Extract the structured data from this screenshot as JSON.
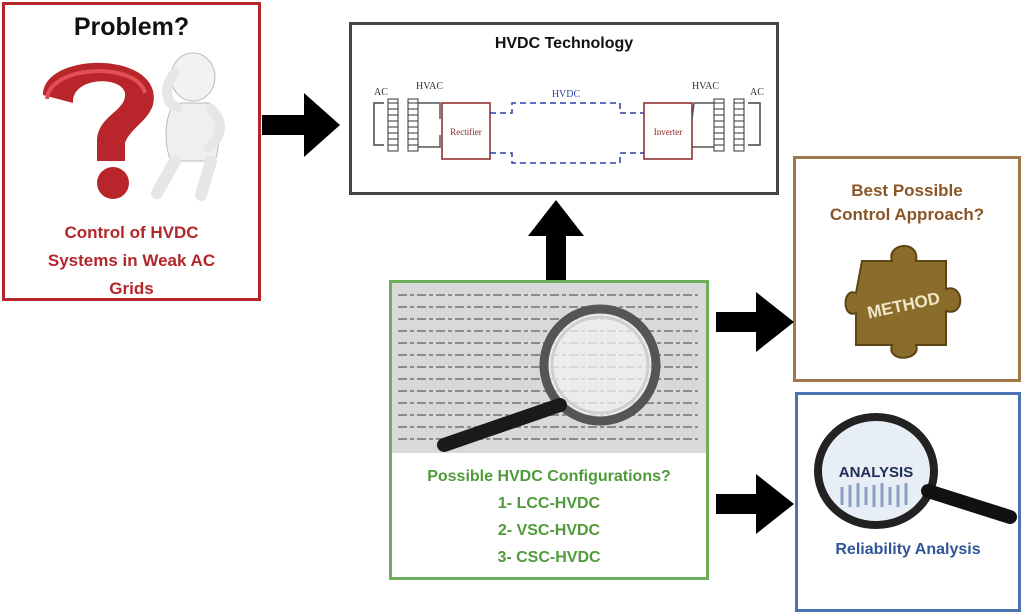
{
  "problem": {
    "title": "Problem?",
    "caption_lines": [
      "Control of HVDC",
      "Systems in Weak AC",
      "Grids"
    ]
  },
  "hvdc_technology": {
    "title": "HVDC Technology",
    "labels": {
      "ac_left": "AC",
      "hvac_left": "HVAC",
      "hvdc": "HVDC",
      "hvac_right": "HVAC",
      "ac_right": "AC",
      "rectifier": "Rectifier",
      "inverter": "Inverter"
    }
  },
  "configurations": {
    "lines": [
      "Possible HVDC Configurations?",
      "1- LCC-HVDC",
      "2- VSC-HVDC",
      "3- CSC-HVDC"
    ]
  },
  "method": {
    "title_lines": [
      "Best Possible",
      "Control Approach?"
    ],
    "puzzle_text": "METHOD"
  },
  "reliability": {
    "magnifier_text": "ANALYSIS",
    "caption": "Reliability Analysis"
  },
  "colors": {
    "problem": "#b3262a",
    "configurations": "#4f9a3a",
    "method": "#8a5526",
    "reliability": "#2f5597",
    "arrow": "#000000"
  }
}
